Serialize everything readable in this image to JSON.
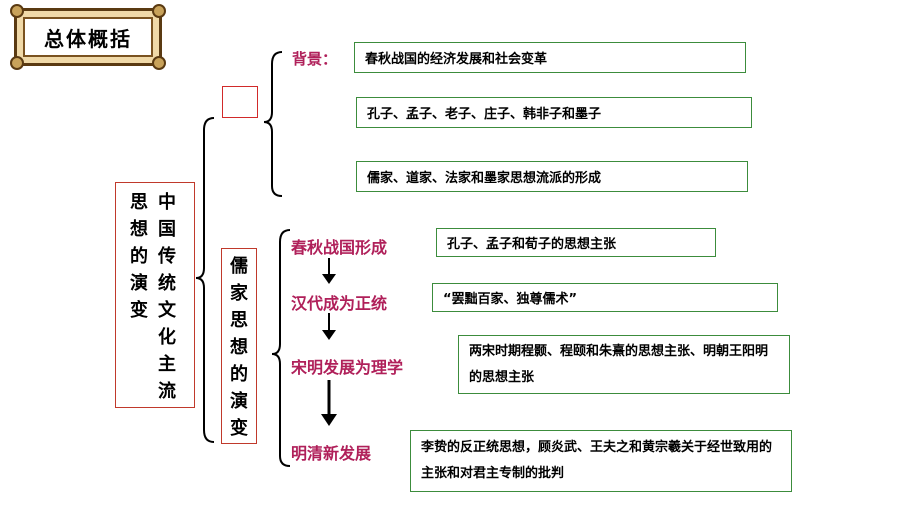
{
  "title": "总体概括",
  "main_topic": {
    "col1": "思想的演变",
    "col2": "中国传统文化主流"
  },
  "sub_topic": "儒家思想的演变",
  "background": {
    "label": "背景：",
    "text": "春秋战国的经济发展和社会变革"
  },
  "upper_items": [
    "孔子、孟子、老子、庄子、韩非子和墨子",
    "儒家、道家、法家和墨家思想流派的形成"
  ],
  "stages": [
    {
      "label": "春秋战国形成",
      "text": "孔子、孟子和荀子的思想主张"
    },
    {
      "label": "汉代成为正统",
      "text": "“罢黜百家、独尊儒术”"
    },
    {
      "label": "宋明发展为理学",
      "text": "两宋时期程颢、程颐和朱熹的思想主张、明朝王阳明的思想主张"
    },
    {
      "label": "明清新发展",
      "text": "李贽的反正统思想，顾炎武、王夫之和黄宗羲关于经世致用的主张和对君主专制的批判"
    }
  ],
  "colors": {
    "stage_label": "#b0205a",
    "box_border": "#3c8c3c",
    "red_border": "#d12a2a"
  }
}
